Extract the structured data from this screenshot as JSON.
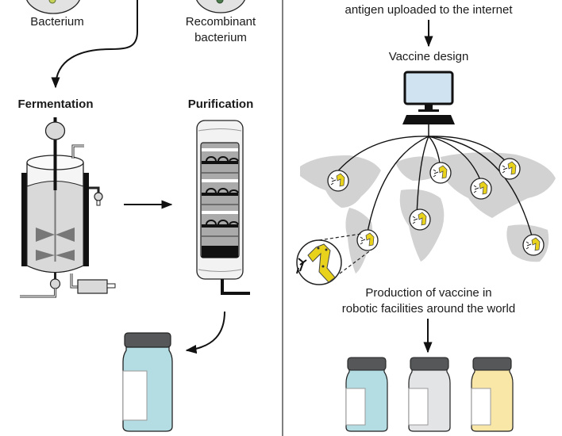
{
  "left_panel": {
    "bacterium_label": "Bacterium",
    "recombinant_label_line1": "Recombinant",
    "recombinant_label_line2": "bacterium",
    "fermentation_title": "Fermentation",
    "purification_title": "Purification"
  },
  "right_panel": {
    "top_caption": "antigen uploaded to the internet",
    "vaccine_design_label": "Vaccine design",
    "production_line1": "Production of vaccine in",
    "production_line2": "robotic facilities around the world"
  },
  "colors": {
    "vial_blue": "#b3dde3",
    "vial_grey": "#e3e4e6",
    "vial_yellow": "#f8e7a6",
    "cap": "#555759",
    "robot_yellow": "#e8d21c",
    "map_grey": "#d2d2d2",
    "screen_blue": "#cfe3f0",
    "tank_liquid": "#d9d9d9"
  }
}
